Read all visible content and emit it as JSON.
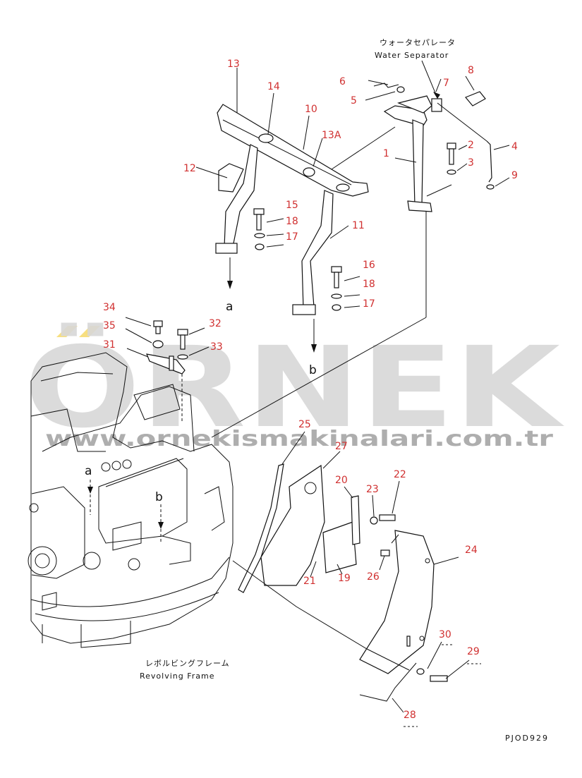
{
  "watermark": {
    "brand": "ÖRNEK",
    "url": "www.ornekismakinalari.com.tr"
  },
  "labels": {
    "water_separator_jp": "ウォータセパレータ",
    "water_separator_en": "Water Separator",
    "revolving_frame_jp": "レボルビングフレーム",
    "revolving_frame_en": "Revolving Frame",
    "drawing_code": "PJOD929",
    "ref_a_top": "a",
    "ref_b_top": "b",
    "ref_a_frame": "a",
    "ref_b_frame": "b"
  },
  "parts": {
    "p1": "1",
    "p2": "2",
    "p3": "3",
    "p4": "4",
    "p5": "5",
    "p6": "6",
    "p7": "7",
    "p8": "8",
    "p9": "9",
    "p10": "10",
    "p11": "11",
    "p12": "12",
    "p13": "13",
    "p13a": "13A",
    "p14": "14",
    "p15": "15",
    "p16": "16",
    "p17a": "17",
    "p17b": "17",
    "p18a": "18",
    "p18b": "18",
    "p19": "19",
    "p20": "20",
    "p21": "21",
    "p22": "22",
    "p23": "23",
    "p24": "24",
    "p25": "25",
    "p26": "26",
    "p27": "27",
    "p28": "28",
    "p29": "29",
    "p30": "30",
    "p31": "31",
    "p32": "32",
    "p33": "33",
    "p34": "34",
    "p35": "35"
  },
  "colors": {
    "callout": "#d03030",
    "line": "#111111",
    "watermark": "#d8d8d8",
    "watermark_accent": "#f0c800"
  }
}
